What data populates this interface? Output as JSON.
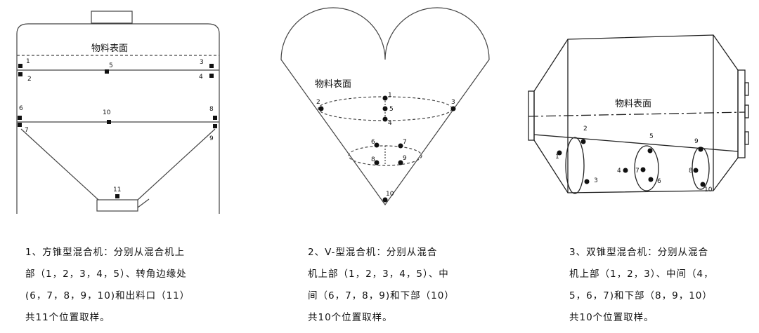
{
  "surface_label": "物料表面",
  "diagram1": {
    "points": [
      "1",
      "2",
      "3",
      "4",
      "5",
      "6",
      "7",
      "8",
      "9",
      "10",
      "11"
    ]
  },
  "diagram2": {
    "points": [
      "1",
      "2",
      "3",
      "4",
      "5",
      "6",
      "7",
      "8",
      "9",
      "10"
    ]
  },
  "diagram3": {
    "points": [
      "1",
      "2",
      "3",
      "4",
      "5",
      "6",
      "7",
      "8",
      "9",
      "10"
    ]
  },
  "captions": [
    {
      "lines": [
        "1、方锥型混合机：分别从混合机上",
        "部（1，2，3，4，5）、转角边缘处",
        "(6，7，8，9，10)和出料口（11）",
        "共11个位置取样。"
      ]
    },
    {
      "lines": [
        "2、V-型混合机：分别从混合",
        "机上部（1，2，3，4，5）、中",
        "间（6，7，8，9)和下部（10）",
        "共10个位置取样。"
      ]
    },
    {
      "lines": [
        "3、双锥型混合机：分别从混合",
        "机上部（1，2，3）、中间（4，",
        "5，6，7)和下部（8，9，10）",
        "共10个位置取样。"
      ]
    }
  ]
}
